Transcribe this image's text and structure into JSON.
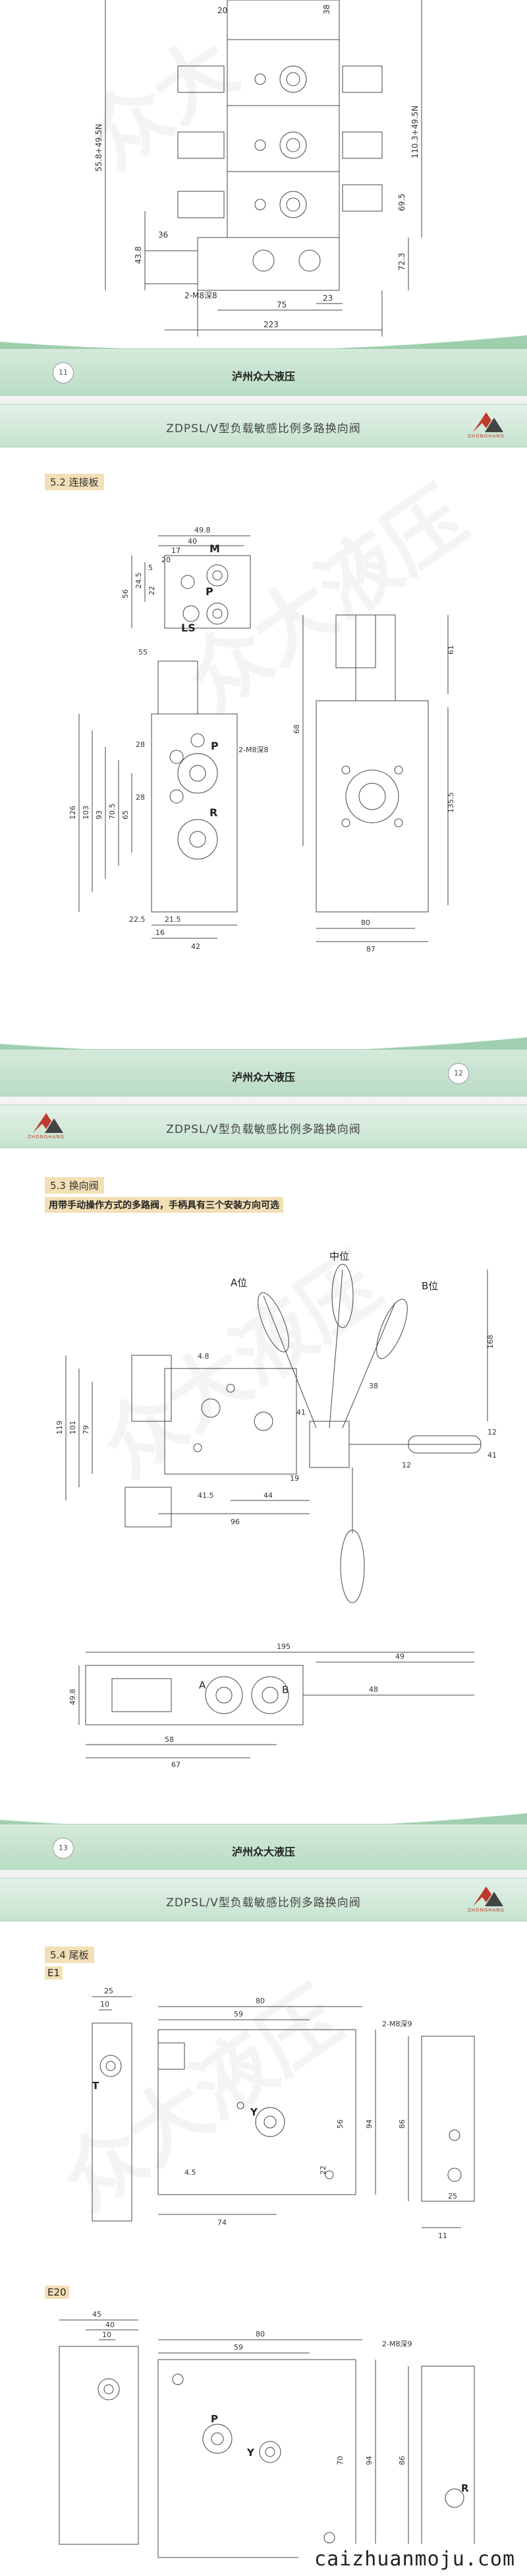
{
  "pages": [
    {
      "footer": {
        "company": "泸州众大液压",
        "page_num": "11",
        "num_side": "left"
      },
      "dims": [
        "38",
        "55.8+49.5N",
        "110.3+49.5N",
        "69.5",
        "43.8",
        "72.3",
        "36",
        "2-M8深8",
        "75",
        "23",
        "223",
        "20"
      ]
    },
    {
      "header": {
        "title": "ZDPSL/V型负载敏感比例多路换向阀",
        "logo_text": "ZHONGHANG"
      },
      "section": "5.2  连接板",
      "ports": [
        "M",
        "P",
        "LS",
        "P",
        "R"
      ],
      "dims_top": [
        "49.8",
        "40",
        "17",
        "20",
        "55",
        "5",
        "24.5",
        "22",
        "56"
      ],
      "dims_bottom": [
        "126",
        "103",
        "93",
        "70.5",
        "65",
        "28",
        "28",
        "21.5",
        "22.5",
        "16",
        "42",
        "2-M8深8",
        "68",
        "61",
        "135.5",
        "80",
        "87"
      ],
      "footer": {
        "company": "泸州众大液压",
        "page_num": "12",
        "num_side": "right"
      }
    },
    {
      "header": {
        "title": "ZDPSL/V型负载敏感比例多路换向阀",
        "logo_text": "ZHONGHANG"
      },
      "section": "5.3  换向阀",
      "note": "用带手动操作方式的多路阀，手柄具有三个安装方向可选",
      "positions": [
        "A位",
        "中位",
        "B位"
      ],
      "ports": [
        "A",
        "B"
      ],
      "dims_front": [
        "4.8",
        "119",
        "101",
        "79",
        "41",
        "38",
        "19",
        "41.5",
        "44",
        "96",
        "168",
        "12",
        "41",
        "12"
      ],
      "dims_plan": [
        "195",
        "49",
        "48",
        "49.8",
        "58",
        "67"
      ],
      "footer": {
        "company": "泸州众大液压",
        "page_num": "13",
        "num_side": "left"
      }
    },
    {
      "header": {
        "title": "ZDPSL/V型负载敏感比例多路换向阀",
        "logo_text": "ZHONGHANG"
      },
      "section": "5.4  尾板",
      "e1": {
        "label": "E1",
        "ports": [
          "T",
          "Y"
        ],
        "dims": [
          "25",
          "10",
          "80",
          "59",
          "2-M8深9",
          "86",
          "94",
          "56",
          "22",
          "4.5",
          "74",
          "11",
          "25"
        ]
      },
      "e20": {
        "label": "E20",
        "ports": [
          "P",
          "Y",
          "R"
        ],
        "dims": [
          "45",
          "40",
          "10",
          "80",
          "59",
          "2-M8深9",
          "94",
          "86",
          "70"
        ]
      },
      "site_watermark": "caizhuanmoju.com"
    }
  ]
}
